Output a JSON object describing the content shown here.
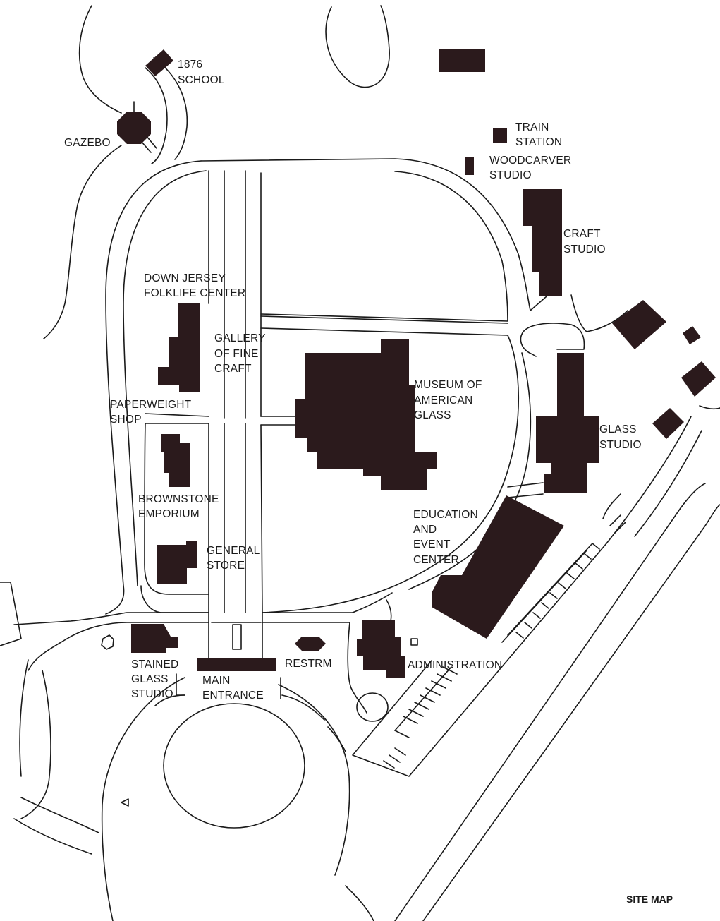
{
  "map": {
    "title": "SITE MAP",
    "labels": {
      "school": [
        "1876",
        "SCHOOL"
      ],
      "gazebo": [
        "GAZEBO"
      ],
      "train_station": [
        "TRAIN",
        "STATION"
      ],
      "woodcarver_studio": [
        "WOODCARVER",
        "STUDIO"
      ],
      "craft_studio": [
        "CRAFT",
        "STUDIO"
      ],
      "down_jersey": [
        "DOWN JERSEY",
        "FOLKLIFE CENTER"
      ],
      "gallery_fine_craft": [
        "GALLERY",
        "OF FINE",
        "CRAFT"
      ],
      "museum": [
        "MUSEUM OF",
        "AMERICAN",
        "GLASS"
      ],
      "paperweight_shop": [
        "PAPERWEIGHT",
        "SHOP"
      ],
      "glass_studio": [
        "GLASS",
        "STUDIO"
      ],
      "brownstone_emporium": [
        "BROWNSTONE",
        "EMPORIUM"
      ],
      "education_event_center": [
        "EDUCATION",
        "AND",
        "EVENT",
        "CENTER"
      ],
      "general_store": [
        "GENERAL",
        "STORE"
      ],
      "stained_glass_studio": [
        "STAINED",
        "GLASS",
        "STUDIO"
      ],
      "restrm": [
        "RESTRM"
      ],
      "administration": [
        "ADMINISTRATION"
      ],
      "main_entrance": [
        "MAIN",
        "ENTRANCE"
      ]
    }
  }
}
